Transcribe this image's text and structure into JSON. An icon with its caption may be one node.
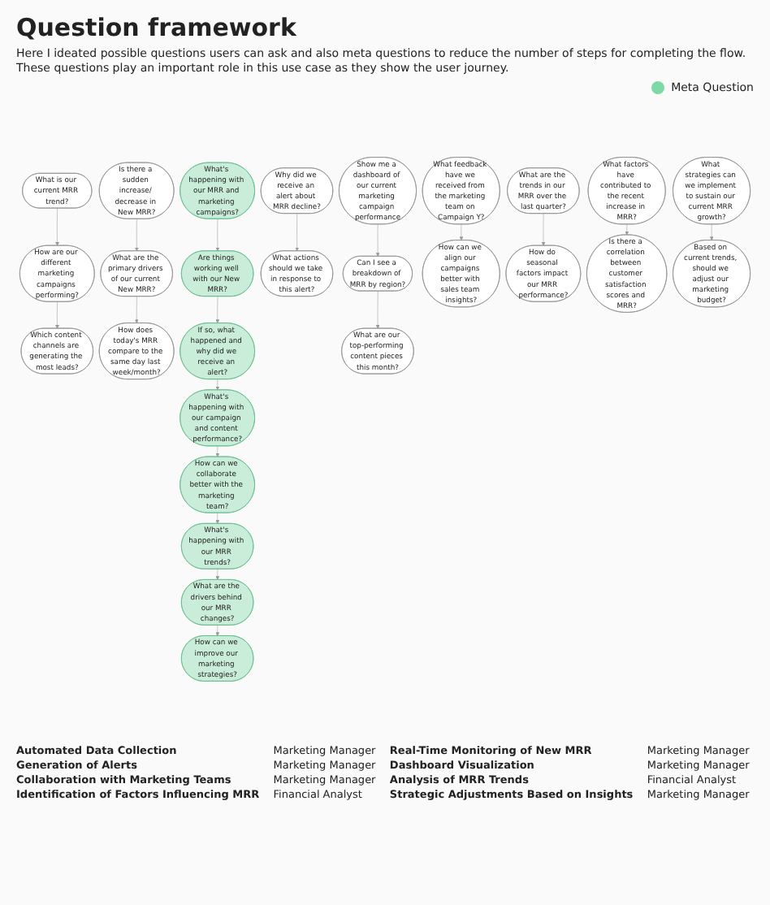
{
  "diagram": {
    "title": "Question framework",
    "caption": "Here I ideated possible questions users can ask and also meta questions to reduce the number of steps for completing the flow. These questions play an important role in this use case as they show the user journey.",
    "nodes": [
      {
        "text": [
          "What is our current MRR trend?"
        ]
      },
      {
        "text": [
          "How are our different marketing campaigns performing?"
        ]
      },
      {
        "text": [
          "Which content channels are generating the most leads?"
        ]
      },
      {
        "text": [
          "What's happening with our MRR and marketing campaigns?"
        ]
      },
      {
        "text": [
          "Is there a sudden increase/ decrease in New MRR?"
        ]
      },
      {
        "text": [
          "What are the primary drivers of our current New MRR?"
        ]
      },
      {
        "text": [
          "How does today's MRR compare to the same day last week/month?"
        ]
      },
      {
        "text": [
          "Are things working well with our New MRR?"
        ]
      },
      {
        "text": [
          "Why did we receive an alert about MRR decline?"
        ]
      },
      {
        "text": [
          "What actions should we take in response to this alert?"
        ]
      },
      {
        "text": [
          "If so, what happened and why did we receive an alert?"
        ]
      },
      {
        "text": [
          "Show me a dashboard of our current marketing campaign performance"
        ]
      },
      {
        "text": [
          "Can I see a breakdown of MRR by region?"
        ]
      },
      {
        "text": [
          "What are our top-performing content pieces this month?"
        ]
      },
      {
        "text": [
          "What's happening with our campaign and content performance?"
        ]
      },
      {
        "text": [
          "What feedback have we received from the marketing team on Campaign Y?"
        ]
      },
      {
        "text": [
          "How can we align our campaigns better with sales team insights?"
        ]
      },
      {
        "text": [
          "How can we collaborate better with the marketing team?"
        ]
      },
      {
        "text": [
          "What are the trends in our MRR over the last quarter?"
        ]
      },
      {
        "text": [
          "How do seasonal factors impact our MRR performance?"
        ]
      },
      {
        "text": [
          "What's happening with our MRR trends?"
        ]
      },
      {
        "text": [
          "What factors have contributed to the recent increase in MRR?"
        ]
      },
      {
        "text": [
          "Is there a correlation between customer satisfaction scores and MRR?"
        ]
      },
      {
        "text": [
          "What are the drivers behind our MRR changes?"
        ]
      },
      {
        "text": [
          "What strategies can we implement to sustain our current MRR growth?"
        ]
      },
      {
        "text": [
          "Based on current trends, should we adjust our marketing budget?"
        ]
      },
      {
        "text": [
          "How can we improve our marketing strategies?"
        ]
      }
    ],
    "edges": [
      {
        "from": 0,
        "to": 1,
        "arrow": "to"
      },
      {
        "from": 1,
        "to": 2,
        "arrow": "to"
      },
      {
        "from": 3,
        "to": 7,
        "arrow": "to"
      },
      {
        "from": 4,
        "to": 5,
        "arrow": "to"
      },
      {
        "from": 5,
        "to": 6,
        "arrow": "to"
      },
      {
        "from": 7,
        "to": 10,
        "arrow": "to"
      },
      {
        "from": 8,
        "to": 9,
        "arrow": "to"
      },
      {
        "from": 10,
        "to": 14,
        "arrow": "to"
      },
      {
        "from": 11,
        "to": 12,
        "arrow": "to"
      },
      {
        "from": 12,
        "to": 13,
        "arrow": "to"
      },
      {
        "from": 14,
        "to": 17,
        "arrow": "to"
      },
      {
        "from": 15,
        "to": 16,
        "arrow": "to"
      },
      {
        "from": 17,
        "to": 20,
        "arrow": "to"
      },
      {
        "from": 18,
        "to": 19,
        "arrow": "to"
      },
      {
        "from": 20,
        "to": 23,
        "arrow": "to"
      },
      {
        "from": 21,
        "to": 22,
        "arrow": "to"
      },
      {
        "from": 23,
        "to": 26,
        "arrow": "to"
      },
      {
        "from": 24,
        "to": 25,
        "arrow": "to"
      }
    ],
    "labels": [
      "Automated Data Collection",
      "Marketing Manager",
      "Real-Time Monitoring of New MRR",
      "Marketing Manager",
      "Generation of Alerts",
      "Marketing Manager",
      "Dashboard Visualization",
      "Marketing Manager",
      "Collaboration with Marketing Teams",
      "Marketing Manager",
      "Analysis of MRR Trends",
      "Financial Analyst",
      "Identification of Factors Influencing MRR",
      "Financial Analyst",
      "Strategic Adjustments Based on Insights",
      "Marketing Manager"
    ],
    "legend": [
      {
        "text": "Meta Question",
        "color": "#7fd9a6"
      }
    ]
  }
}
